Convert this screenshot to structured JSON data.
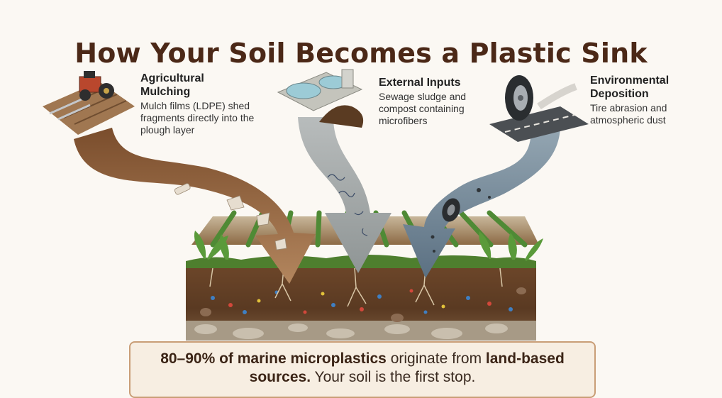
{
  "title": "How Your Soil Becomes a Plastic Sink",
  "sources": [
    {
      "title_line1": "Agricultural",
      "title_line2": "Mulching",
      "description": "Mulch films (LDPE) shed fragments directly into the plough layer",
      "icon": "tractor-icon",
      "arrow_color": "#8d5a33"
    },
    {
      "title_line1": "External Inputs",
      "title_line2": "",
      "description": "Sewage sludge and compost containing microfibers",
      "icon": "sewage-treatment-icon",
      "arrow_color": "#9ea3a3"
    },
    {
      "title_line1": "Environmental",
      "title_line2": "Deposition",
      "description": "Tire abrasion and atmospheric dust",
      "icon": "tire-road-icon",
      "arrow_color": "#6f8392"
    }
  ],
  "callout": {
    "bold1": "80–90% of marine microplastics",
    "text1": " originate from ",
    "bold2": "land-based sources.",
    "text2": " Your soil is the first stop."
  },
  "colors": {
    "title": "#4b2817",
    "soil": "#6b4428",
    "crops": "#4f8a35",
    "callout_border": "#c99e77",
    "callout_bg": "#f7eee2"
  }
}
